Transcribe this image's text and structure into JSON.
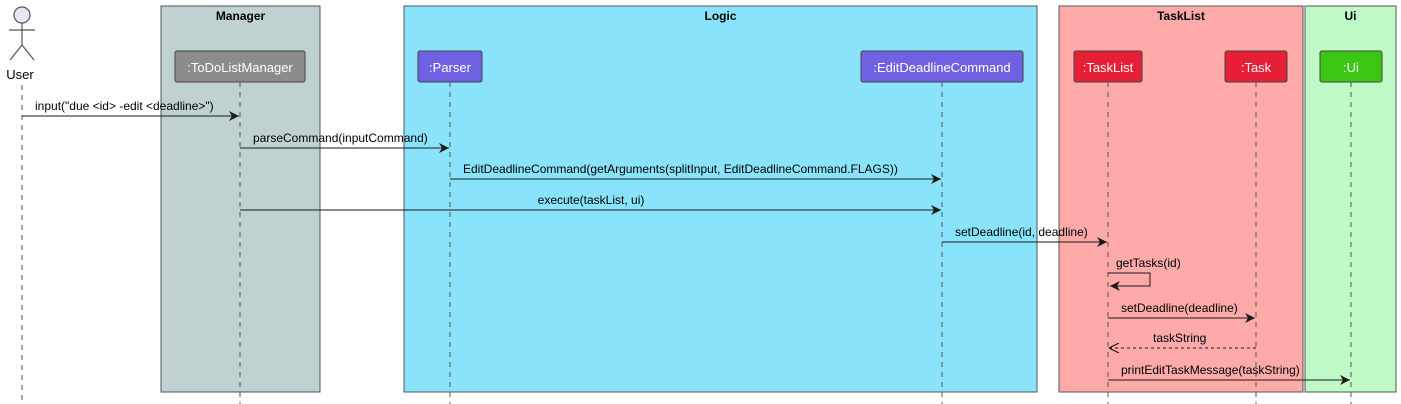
{
  "actor": {
    "label": "User",
    "fill": "#e8e6f2"
  },
  "boxes": [
    {
      "title": "Manager",
      "fill": "#bfd1d0"
    },
    {
      "title": "Logic",
      "fill": "#88e3fb"
    },
    {
      "title": "TaskList",
      "fill": "#fdaaa9"
    },
    {
      "title": "Ui",
      "fill": "#bff9c6"
    }
  ],
  "participants": [
    {
      "id": "mgr",
      "label": ":ToDoListManager",
      "fill": "#8c8c8c",
      "text_color": "#ffffff"
    },
    {
      "id": "parser",
      "label": ":Parser",
      "fill": "#6f62e2",
      "text_color": "#ffffff"
    },
    {
      "id": "edit",
      "label": ":EditDeadlineCommand",
      "fill": "#6f62e2",
      "text_color": "#ffffff"
    },
    {
      "id": "tasklist",
      "label": ":TaskList",
      "fill": "#e61f36",
      "text_color": "#ffffff"
    },
    {
      "id": "task",
      "label": ":Task",
      "fill": "#e61f36",
      "text_color": "#ffffff"
    },
    {
      "id": "ui",
      "label": ":Ui",
      "fill": "#3cc614",
      "text_color": "#ffffff"
    }
  ],
  "messages": [
    {
      "from": "user",
      "to": "mgr",
      "label": "input(\"due <id> -edit <deadline>\")",
      "kind": "sync"
    },
    {
      "from": "mgr",
      "to": "parser",
      "label": "parseCommand(inputCommand)",
      "kind": "sync"
    },
    {
      "from": "parser",
      "to": "edit",
      "label": "EditDeadlineCommand(getArguments(splitInput, EditDeadlineCommand.FLAGS))",
      "kind": "sync"
    },
    {
      "from": "mgr",
      "to": "edit",
      "label": "execute(taskList, ui)",
      "kind": "sync"
    },
    {
      "from": "edit",
      "to": "tasklist",
      "label": "setDeadline(id, deadline)",
      "kind": "sync"
    },
    {
      "from": "tasklist",
      "to": "tasklist",
      "label": "getTasks(id)",
      "kind": "self"
    },
    {
      "from": "tasklist",
      "to": "task",
      "label": "setDeadline(deadline)",
      "kind": "sync"
    },
    {
      "from": "task",
      "to": "tasklist",
      "label": "taskString",
      "kind": "return"
    },
    {
      "from": "tasklist",
      "to": "ui",
      "label": "printEditTaskMessage(taskString)",
      "kind": "sync"
    }
  ],
  "colors": {
    "line": "#333333",
    "box_border": "#555555"
  }
}
